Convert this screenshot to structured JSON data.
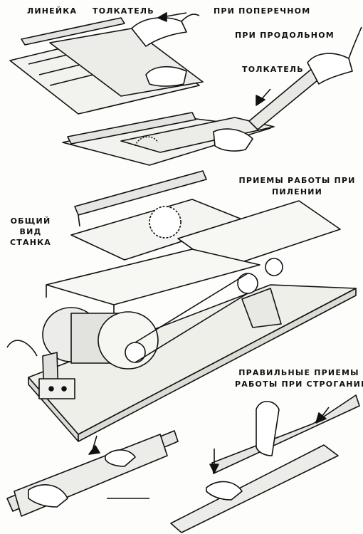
{
  "labels": {
    "ruler": "ЛИНЕЙКА",
    "pusher_top": "ТОЛКАТЕЛЬ",
    "cross": "ПРИ ПОПЕРЕЧНОМ",
    "longitudinal": "ПРИ ПРОДОЛЬНОМ",
    "pusher_mid": "ТОЛКАТЕЛЬ",
    "sawing_line1": "ПРИЕМЫ РАБОТЫ ПРИ",
    "sawing_line2": "ПИЛЕНИИ",
    "general_line1": "ОБЩИЙ",
    "general_line2": "ВИД",
    "general_line3": "СТАНКА",
    "planing_line1": "ПРАВИЛЬНЫЕ ПРИЕМЫ",
    "planing_line2": "РАБОТЫ ПРИ СТРОГАНИИ"
  },
  "colors": {
    "ink": "#111111",
    "paper": "#fdfdfb",
    "shade": "#cfcfcf"
  }
}
